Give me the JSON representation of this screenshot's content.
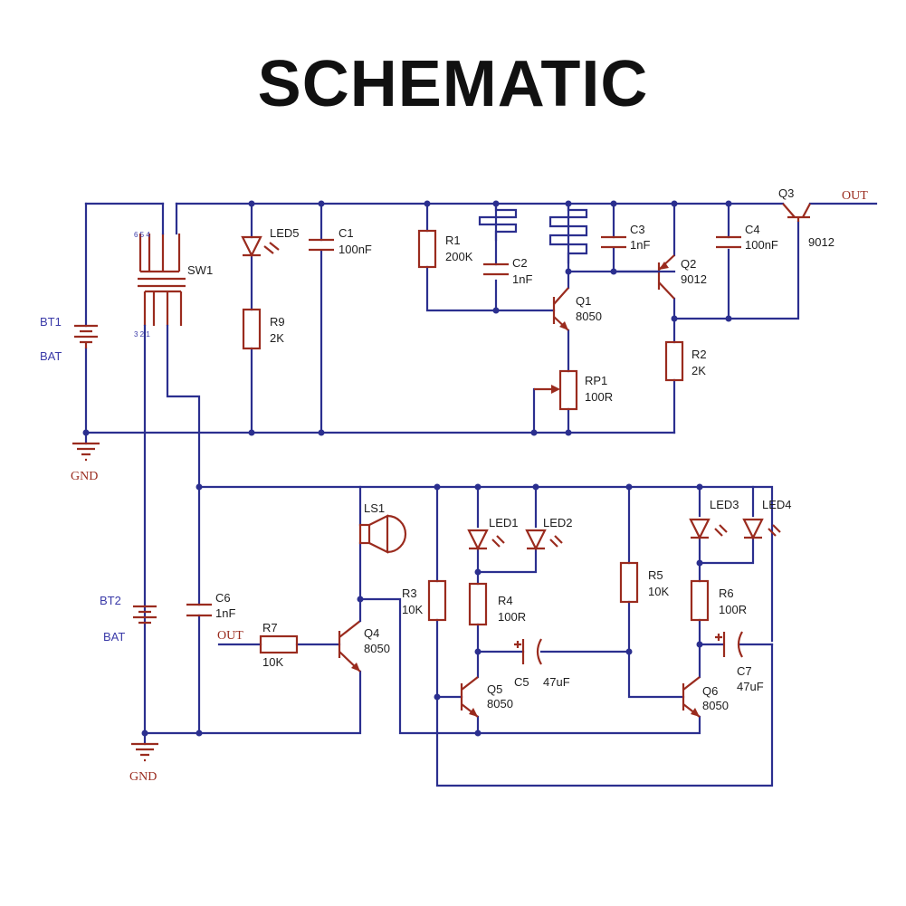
{
  "title": "SCHEMATIC",
  "labels": {
    "bt1": "BT1",
    "bat1": "BAT",
    "gnd1": "GND",
    "sw1": "SW1",
    "led5": "LED5",
    "r9": "R9",
    "r9v": "2K",
    "c1": "C1",
    "c1v": "100nF",
    "r1": "R1",
    "r1v": "200K",
    "c2": "C2",
    "c2v": "1nF",
    "c3": "C3",
    "c3v": "1nF",
    "q1": "Q1",
    "q1v": "8050",
    "rp1": "RP1",
    "rp1v": "100R",
    "q2": "Q2",
    "q2v": "9012",
    "r2": "R2",
    "r2v": "2K",
    "c4": "C4",
    "c4v": "100nF",
    "q3": "Q3",
    "q3v": "9012",
    "out1": "OUT",
    "bt2": "BT2",
    "bat2": "BAT",
    "gnd2": "GND",
    "c6": "C6",
    "c6v": "1nF",
    "out2": "OUT",
    "r7": "R7",
    "r7v": "10K",
    "ls1": "LS1",
    "q4": "Q4",
    "q4v": "8050",
    "r3": "R3",
    "r3v": "10K",
    "led1": "LED1",
    "led2": "LED2",
    "r4": "R4",
    "r4v": "100R",
    "c5": "C5",
    "c5v": "47uF",
    "q5": "Q5",
    "q5v": "8050",
    "r5": "R5",
    "r5v": "10K",
    "led3": "LED3",
    "led4": "LED4",
    "r6": "R6",
    "r6v": "100R",
    "c7": "C7",
    "c7v": "47uF",
    "q6": "Q6",
    "q6v": "8050"
  },
  "colors": {
    "wire": "#2b2f8f",
    "component": "#9a2b1e"
  }
}
